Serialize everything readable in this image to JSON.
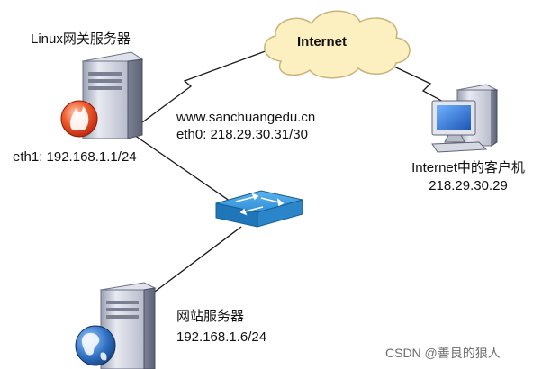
{
  "nodes": {
    "linux_gateway": {
      "title": "Linux网关服务器",
      "domain": "www.sanchuangedu.cn",
      "eth0": "eth0: 218.29.30.31/30",
      "eth1": "eth1: 192.168.1.1/24"
    },
    "internet": {
      "label": "Internet"
    },
    "internet_client": {
      "title": "Internet中的客户机",
      "ip": "218.29.30.29"
    },
    "web_server": {
      "title": "网站服务器",
      "ip": "192.168.1.6/24"
    },
    "switch": {
      "icon": "switch-icon"
    }
  },
  "watermark": "CSDN @善良的狼人",
  "colors": {
    "cloud_fill": "#FCEFC0",
    "cloud_stroke": "#C9B37A",
    "switch_fill": "#2F8FD6",
    "server_body": "#C8CBD6",
    "firewall_red": "#D93A1E",
    "globe_blue": "#2E6FC2",
    "monitor_blue": "#2A6FD0",
    "link_color": "#1a1a1a"
  }
}
